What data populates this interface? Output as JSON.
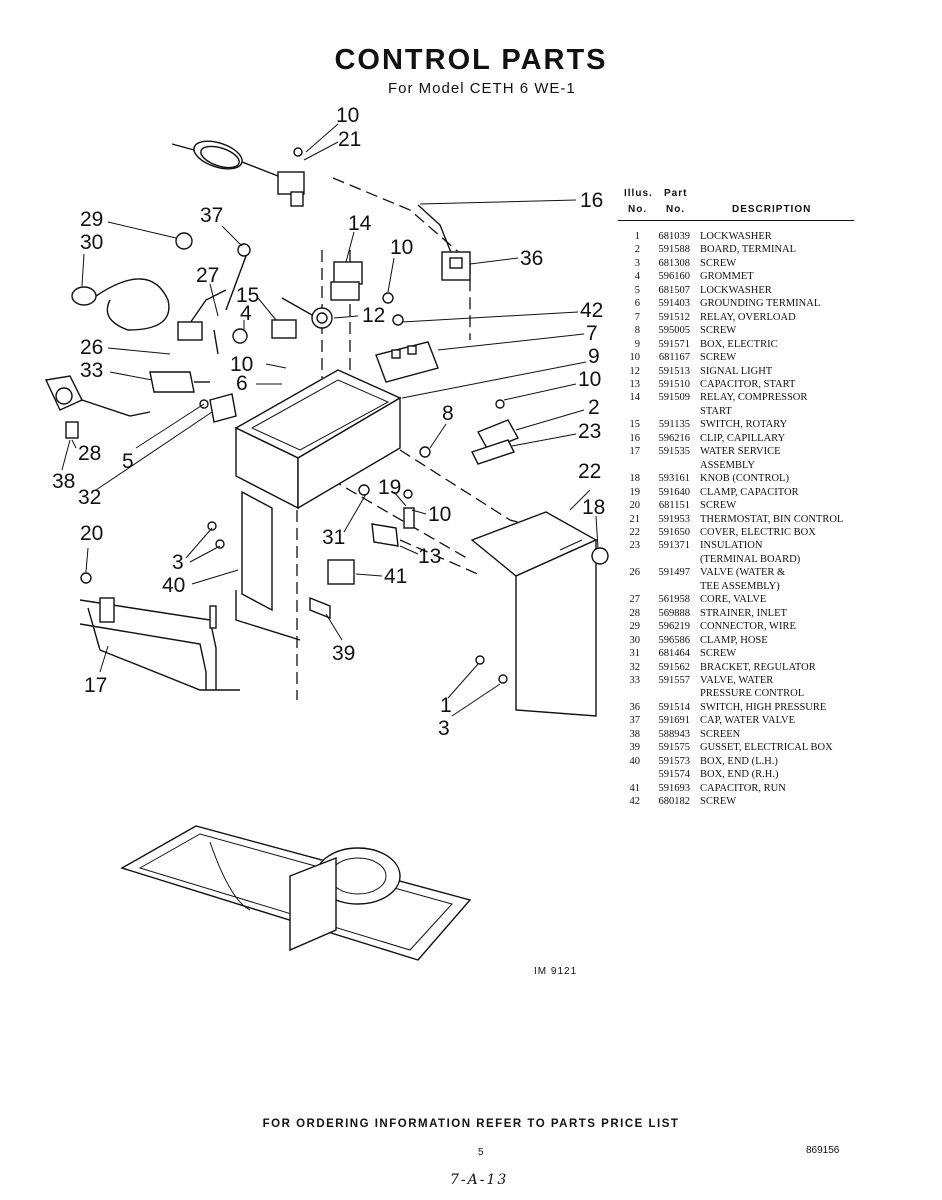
{
  "title": "CONTROL PARTS",
  "subtitle": "For Model CETH 6 WE-1",
  "parts_list": {
    "header": {
      "illus_top": "Illus.",
      "illus_bottom": "No.",
      "part_top": "Part",
      "part_bottom": "No.",
      "description": "DESCRIPTION"
    },
    "rows": [
      {
        "illus": "1",
        "part": "681039",
        "desc": "LOCKWASHER"
      },
      {
        "illus": "2",
        "part": "591588",
        "desc": "BOARD, TERMINAL"
      },
      {
        "illus": "3",
        "part": "681308",
        "desc": "SCREW"
      },
      {
        "illus": "4",
        "part": "596160",
        "desc": "GROMMET"
      },
      {
        "illus": "5",
        "part": "681507",
        "desc": "LOCKWASHER"
      },
      {
        "illus": "6",
        "part": "591403",
        "desc": "GROUNDING TERMINAL"
      },
      {
        "illus": "7",
        "part": "591512",
        "desc": "RELAY, OVERLOAD"
      },
      {
        "illus": "8",
        "part": "595005",
        "desc": "SCREW"
      },
      {
        "illus": "9",
        "part": "591571",
        "desc": "BOX, ELECTRIC"
      },
      {
        "illus": "10",
        "part": "681167",
        "desc": "SCREW"
      },
      {
        "illus": "12",
        "part": "591513",
        "desc": "SIGNAL LIGHT"
      },
      {
        "illus": "13",
        "part": "591510",
        "desc": "CAPACITOR, START"
      },
      {
        "illus": "14",
        "part": "591509",
        "desc": "RELAY, COMPRESSOR"
      },
      {
        "illus": "",
        "part": "",
        "desc": "START"
      },
      {
        "illus": "15",
        "part": "591135",
        "desc": "SWITCH, ROTARY"
      },
      {
        "illus": "16",
        "part": "596216",
        "desc": "CLIP, CAPILLARY"
      },
      {
        "illus": "17",
        "part": "591535",
        "desc": "WATER SERVICE"
      },
      {
        "illus": "",
        "part": "",
        "desc": "ASSEMBLY"
      },
      {
        "illus": "18",
        "part": "593161",
        "desc": "KNOB (CONTROL)"
      },
      {
        "illus": "19",
        "part": "591640",
        "desc": "CLAMP, CAPACITOR"
      },
      {
        "illus": "20",
        "part": "681151",
        "desc": "SCREW"
      },
      {
        "illus": "21",
        "part": "591953",
        "desc": "THERMOSTAT, BIN CONTROL"
      },
      {
        "illus": "22",
        "part": "591650",
        "desc": "COVER, ELECTRIC BOX"
      },
      {
        "illus": "23",
        "part": "591371",
        "desc": "INSULATION"
      },
      {
        "illus": "",
        "part": "",
        "desc": "(TERMINAL BOARD)"
      },
      {
        "illus": "26",
        "part": "591497",
        "desc": "VALVE (WATER &"
      },
      {
        "illus": "",
        "part": "",
        "desc": "TEE ASSEMBLY)"
      },
      {
        "illus": "27",
        "part": "561958",
        "desc": "CORE, VALVE"
      },
      {
        "illus": "28",
        "part": "569888",
        "desc": "STRAINER, INLET"
      },
      {
        "illus": "29",
        "part": "596219",
        "desc": "CONNECTOR, WIRE"
      },
      {
        "illus": "30",
        "part": "596586",
        "desc": "CLAMP, HOSE"
      },
      {
        "illus": "31",
        "part": "681464",
        "desc": "SCREW"
      },
      {
        "illus": "32",
        "part": "591562",
        "desc": "BRACKET, REGULATOR"
      },
      {
        "illus": "33",
        "part": "591557",
        "desc": "VALVE, WATER"
      },
      {
        "illus": "",
        "part": "",
        "desc": "PRESSURE CONTROL"
      },
      {
        "illus": "36",
        "part": "591514",
        "desc": "SWITCH, HIGH PRESSURE"
      },
      {
        "illus": "37",
        "part": "591691",
        "desc": "CAP, WATER VALVE"
      },
      {
        "illus": "38",
        "part": "588943",
        "desc": "SCREEN"
      },
      {
        "illus": "39",
        "part": "591575",
        "desc": "GUSSET, ELECTRICAL BOX"
      },
      {
        "illus": "40",
        "part": "591573",
        "desc": "BOX, END (L.H.)"
      },
      {
        "illus": "",
        "part": "591574",
        "desc": "BOX, END (R.H.)"
      },
      {
        "illus": "41",
        "part": "591693",
        "desc": "CAPACITOR, RUN"
      },
      {
        "illus": "42",
        "part": "680182",
        "desc": "SCREW"
      }
    ]
  },
  "diagram": {
    "callouts": [
      "10",
      "21",
      "16",
      "14",
      "10",
      "36",
      "29",
      "30",
      "37",
      "27",
      "15",
      "4",
      "12",
      "42",
      "7",
      "26",
      "10",
      "9",
      "33",
      "6",
      "10",
      "2",
      "8",
      "23",
      "28",
      "5",
      "38",
      "32",
      "22",
      "19",
      "18",
      "10",
      "31",
      "13",
      "20",
      "3",
      "41",
      "40",
      "39",
      "17",
      "1",
      "3"
    ]
  },
  "image_id_label": "IM 9121",
  "footer": "FOR ORDERING INFORMATION REFER TO PARTS PRICE LIST",
  "page_number": "5",
  "document_number": "869156",
  "handwritten_note": "7-A-13"
}
